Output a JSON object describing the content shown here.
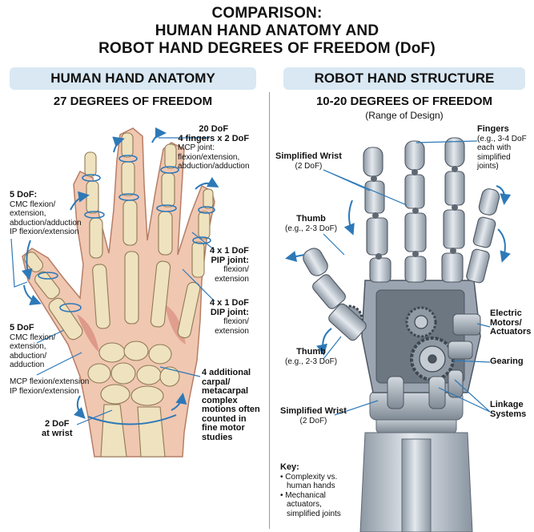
{
  "title": {
    "line1": "COMPARISON:",
    "line2": "HUMAN HAND ANATOMY AND",
    "line3": "ROBOT HAND DEGREES OF FREEDOM (DoF)"
  },
  "human": {
    "header": "HUMAN HAND ANATOMY",
    "subtitle": "27 DEGREES OF FREEDOM",
    "labels": {
      "fingers_a": "20 DoF",
      "fingers_b": "4 fingers x 2 DoF",
      "fingers_c": "MCP joint:",
      "fingers_d": "flexion/extension,",
      "fingers_e": "abduction/adduction",
      "thumb1_a": "5 DoF:",
      "thumb1_b": "CMC flexion/",
      "thumb1_c": "extension,",
      "thumb1_d": "abduction/adduction",
      "thumb1_e": "IP flexion/extension",
      "pip_a": "4 x 1 DoF",
      "pip_b": "PIP joint:",
      "pip_c": "flexion/",
      "pip_d": "extension",
      "dip_a": "4 x 1 DoF",
      "dip_b": "DIP joint:",
      "dip_c": "flexion/",
      "dip_d": "extension",
      "thumb2_a": "5 DoF",
      "thumb2_b": "CMC flexion/",
      "thumb2_c": "extension,",
      "thumb2_d": "abduction/",
      "thumb2_e": "adduction",
      "mcp_a": "MCP flexion/extension",
      "mcp_b": "IP flexion/extension",
      "carpal_a": "4 additional",
      "carpal_b": "carpal/",
      "carpal_c": "metacarpal",
      "carpal_d": "complex",
      "carpal_e": "motions often",
      "carpal_f": "counted in",
      "carpal_g": "fine motor",
      "carpal_h": "studies",
      "wrist_a": "2 DoF",
      "wrist_b": "at wrist"
    }
  },
  "robot": {
    "header": "ROBOT HAND STRUCTURE",
    "subtitle": "10-20 DEGREES OF FREEDOM",
    "range": "(Range of Design)",
    "labels": {
      "fingers_a": "Fingers",
      "fingers_b": "(e.g., 3-4 DoF",
      "fingers_c": "each with",
      "fingers_d": "simplified",
      "fingers_e": "joints)",
      "wrist_top_a": "Simplified Wrist",
      "wrist_top_b": "(2 DoF)",
      "thumb_top_a": "Thumb",
      "thumb_top_b": "(e.g., 2-3 DoF)",
      "motors_a": "Electric",
      "motors_b": "Motors/",
      "motors_c": "Actuators",
      "thumb_bot_a": "Thumb",
      "thumb_bot_b": "(e.g., 2-3 DoF)",
      "gearing": "Gearing",
      "wrist_bot_a": "Simplified Wrist",
      "wrist_bot_b": "(2 DoF)",
      "linkage_a": "Linkage",
      "linkage_b": "Systems",
      "key_title": "Key:",
      "key_1a": "• Complexity vs.",
      "key_1b": "human hands",
      "key_2a": "• Mechanical",
      "key_2b": "actuators,",
      "key_2c": "simplified joints"
    }
  },
  "colors": {
    "band": "#d9e8f3",
    "arrow": "#2d79b8",
    "bone": "#efe2bf",
    "skin": "#f0c7b1",
    "metal": "#b7c0ca",
    "metal_dark": "#5e6873"
  }
}
